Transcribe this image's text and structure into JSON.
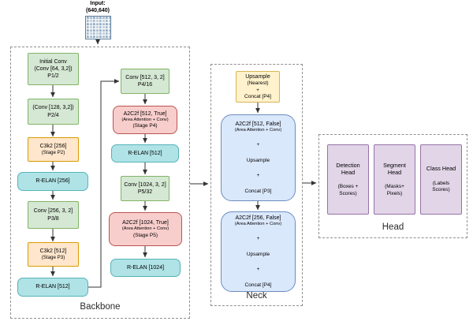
{
  "input": {
    "title": "Input:",
    "size": "(640,640)",
    "icon": "input-image-grid-icon"
  },
  "sections": {
    "backbone": {
      "label": "Backbone",
      "column1": [
        {
          "id": "initial-conv",
          "color": "green",
          "lines": [
            "Initial Conv",
            "(Conv [64, 3,2])",
            "P1/2"
          ]
        },
        {
          "id": "conv-128",
          "color": "green",
          "lines": [
            "(Conv [128, 3,2])",
            "P2/4"
          ]
        },
        {
          "id": "c3k2-256",
          "color": "orange",
          "lines": [
            "C3k2 [256]",
            "(Stage P2)"
          ]
        },
        {
          "id": "r-elan-256",
          "color": "teal",
          "lines": [
            "R-ELAN [256]"
          ]
        },
        {
          "id": "conv-256",
          "color": "green",
          "lines": [
            "Conv [256, 3, 2]",
            "P3/8"
          ]
        },
        {
          "id": "c3k2-512",
          "color": "orange",
          "lines": [
            "C3k2 [512]",
            "(Stage P3)"
          ]
        },
        {
          "id": "r-elan-512",
          "color": "teal",
          "lines": [
            "R-ELAN [512]"
          ]
        }
      ],
      "column2": [
        {
          "id": "conv-512",
          "color": "green",
          "lines": [
            "Conv [512, 3, 2]",
            "P4/16"
          ]
        },
        {
          "id": "a2c2f-512-true",
          "color": "pink",
          "lines": [
            "A2C2f [512, True]",
            "(Area Attention + Conv)",
            "(Stage P4)"
          ]
        },
        {
          "id": "r-elan-512b",
          "color": "teal",
          "lines": [
            "R-ELAN [512]"
          ]
        },
        {
          "id": "conv-1024",
          "color": "green",
          "lines": [
            "Conv [1024, 3, 2]",
            "P5/32"
          ]
        },
        {
          "id": "a2c2f-1024-true",
          "color": "pink",
          "lines": [
            "A2C2f [1024, True]",
            "(Area Attention + Conv)",
            "(Stage P5)"
          ]
        },
        {
          "id": "r-elan-1024",
          "color": "teal",
          "lines": [
            "R-ELAN [1024]"
          ]
        }
      ]
    },
    "neck": {
      "label": "Neck",
      "nodes": [
        {
          "id": "upsample-concat-p4",
          "color": "yellow",
          "lines": [
            "Upsample",
            "(Nearest)",
            "+",
            "Concat [P4]"
          ]
        },
        {
          "id": "a2c2f-512-false",
          "color": "blue",
          "lines": [
            "A2C2f [512, False]",
            "(Area Attention + Conv)",
            "+",
            "Upsample",
            "+",
            "Concat [P3]"
          ]
        },
        {
          "id": "a2c2f-256-false",
          "color": "blue",
          "lines": [
            "A2C2f [256, False]",
            "(Area Attention + Conv)",
            "+",
            "Upsample",
            "+",
            "Concat [P4]"
          ]
        }
      ]
    },
    "head": {
      "label": "Head",
      "nodes": [
        {
          "id": "detection-head",
          "color": "purple",
          "lines": [
            "Detection Head",
            "(Boxes + Scores)"
          ]
        },
        {
          "id": "segment-head",
          "color": "purple",
          "lines": [
            "Segment Head",
            "(Masks+ Pixels)"
          ]
        },
        {
          "id": "class-head",
          "color": "purple",
          "lines": [
            "Class Head",
            "(Labels Scores)"
          ]
        }
      ]
    }
  },
  "edges": [
    {
      "from": "input-grid",
      "to": "backbone"
    },
    {
      "from": "initial-conv",
      "to": "conv-128"
    },
    {
      "from": "conv-128",
      "to": "c3k2-256"
    },
    {
      "from": "c3k2-256",
      "to": "r-elan-256"
    },
    {
      "from": "r-elan-256",
      "to": "conv-256"
    },
    {
      "from": "conv-256",
      "to": "c3k2-512"
    },
    {
      "from": "c3k2-512",
      "to": "r-elan-512"
    },
    {
      "from": "r-elan-512",
      "to": "conv-512"
    },
    {
      "from": "conv-512",
      "to": "a2c2f-512-true"
    },
    {
      "from": "a2c2f-512-true",
      "to": "r-elan-512b"
    },
    {
      "from": "r-elan-512b",
      "to": "conv-1024"
    },
    {
      "from": "conv-1024",
      "to": "a2c2f-1024-true"
    },
    {
      "from": "a2c2f-1024-true",
      "to": "r-elan-1024"
    },
    {
      "from": "backbone",
      "to": "neck"
    },
    {
      "from": "upsample-concat-p4",
      "to": "a2c2f-512-false"
    },
    {
      "from": "a2c2f-512-false",
      "to": "a2c2f-256-false"
    },
    {
      "from": "neck",
      "to": "head"
    }
  ],
  "palette": {
    "green_fill": "#d5e8d4",
    "green_stroke": "#82b366",
    "orange_fill": "#ffe6cc",
    "orange_stroke": "#d79b00",
    "teal_fill": "#b0e3e6",
    "teal_stroke": "#55b3ba",
    "pink_fill": "#f8cecc",
    "pink_stroke": "#b85450",
    "yellow_fill": "#fff2cc",
    "yellow_stroke": "#d6b656",
    "blue_fill": "#dae8fc",
    "blue_stroke": "#6c8ebf",
    "purple_fill": "#e1d5e7",
    "purple_stroke": "#9673a6",
    "dashed_border": "#8f8f8f",
    "arrow": "#333333"
  }
}
